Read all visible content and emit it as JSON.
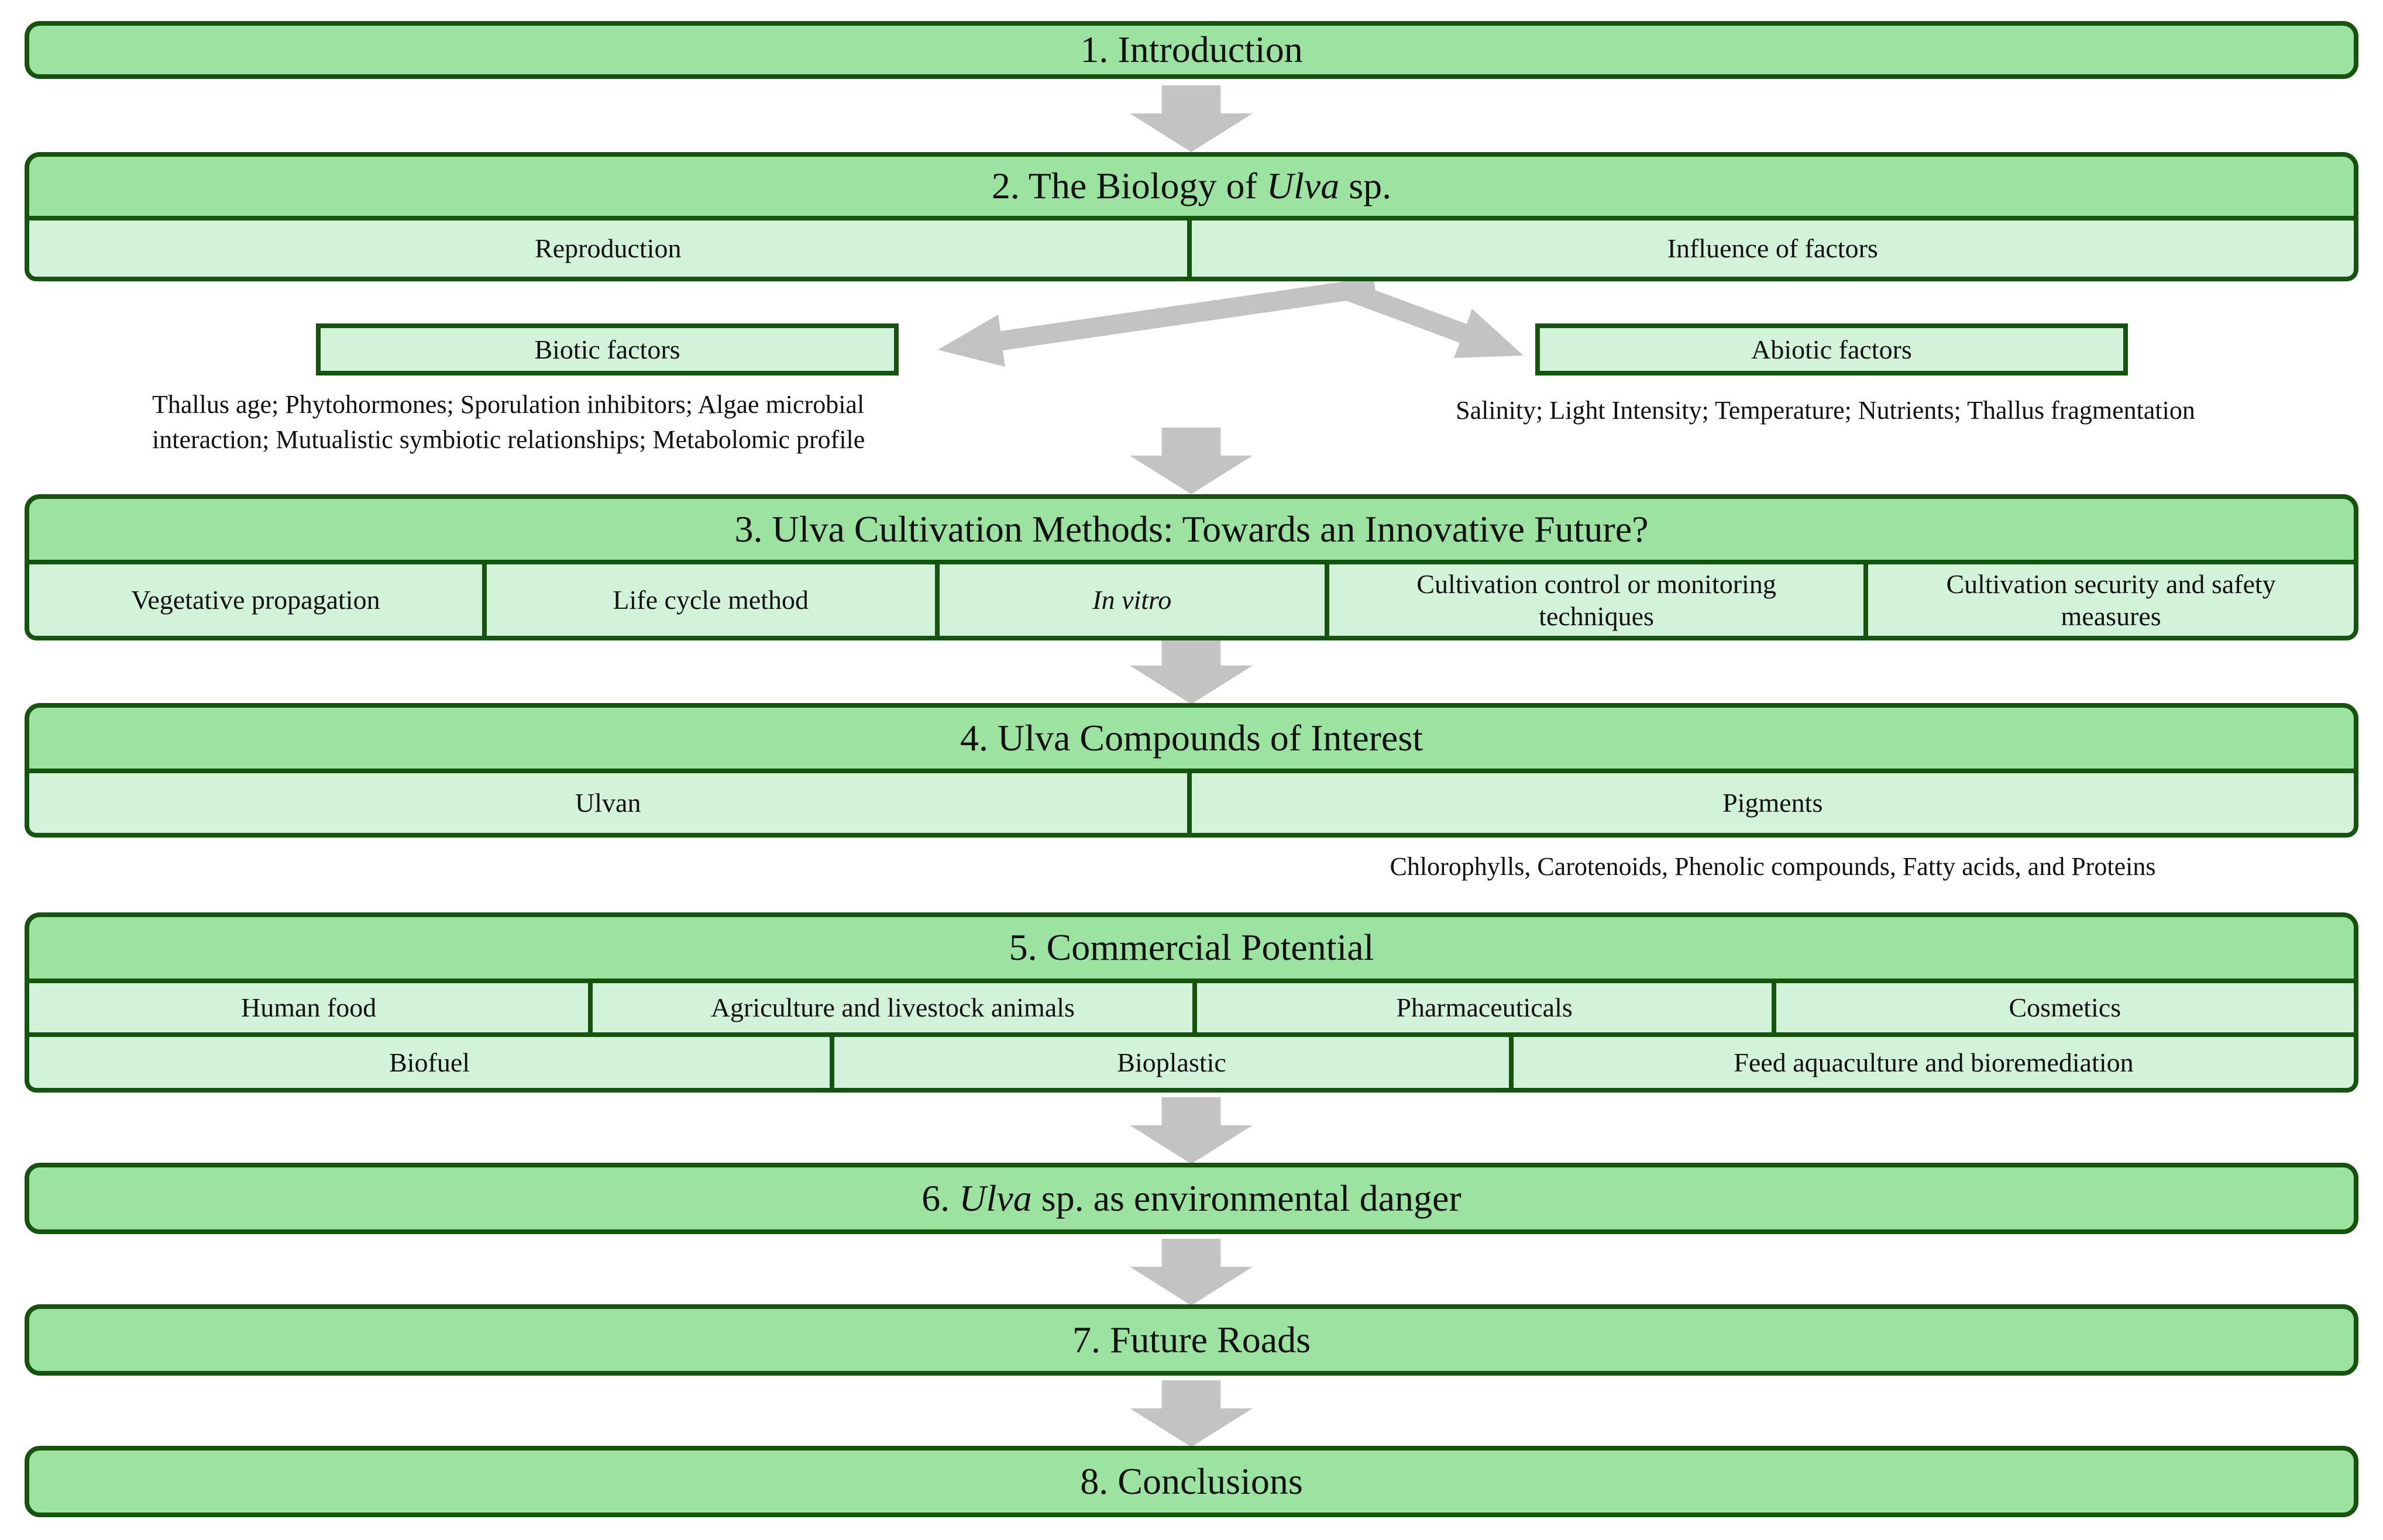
{
  "colors": {
    "header_green": "#9ce3a1",
    "cell_green": "#d2f2da",
    "border_green": "#15530f",
    "arrow_gray": "#c3c3c3",
    "text": "#111111"
  },
  "sections": {
    "s1": {
      "title": "1. Introduction"
    },
    "s2": {
      "title_pre": "2. The Biology of ",
      "title_italic": "Ulva",
      "title_post": " sp.",
      "cells": [
        "Reproduction",
        "Influence of factors"
      ]
    },
    "s3": {
      "title": "3. Ulva Cultivation Methods: Towards an Innovative Future?",
      "cells": [
        "Vegetative propagation",
        "Life cycle method",
        "In vitro",
        "Cultivation control or monitoring techniques",
        "Cultivation security and safety measures"
      ]
    },
    "s4": {
      "title": "4. Ulva Compounds of Interest",
      "cells": [
        "Ulvan",
        "Pigments"
      ],
      "note": "Chlorophylls, Carotenoids, Phenolic compounds, Fatty acids, and Proteins"
    },
    "s5": {
      "title": "5. Commercial Potential",
      "row1": [
        "Human food",
        "Agriculture and livestock animals",
        "Pharmaceuticals",
        "Cosmetics"
      ],
      "row2": [
        "Biofuel",
        "Bioplastic",
        "Feed aquaculture and bioremediation"
      ]
    },
    "s6": {
      "title_pre": "6. ",
      "title_italic": "Ulva",
      "title_post": " sp. as environmental danger"
    },
    "s7": {
      "title": "7. Future Roads"
    },
    "s8": {
      "title": "8. Conclusions"
    }
  },
  "factors": {
    "biotic": {
      "label": "Biotic factors",
      "detail_line1": "Thallus age; Phytohormones; Sporulation inhibitors; Algae microbial",
      "detail_line2": "interaction; Mutualistic symbiotic relationships; Metabolomic profile"
    },
    "abiotic": {
      "label": "Abiotic factors",
      "detail": "Salinity; Light Intensity; Temperature; Nutrients; Thallus fragmentation"
    }
  }
}
